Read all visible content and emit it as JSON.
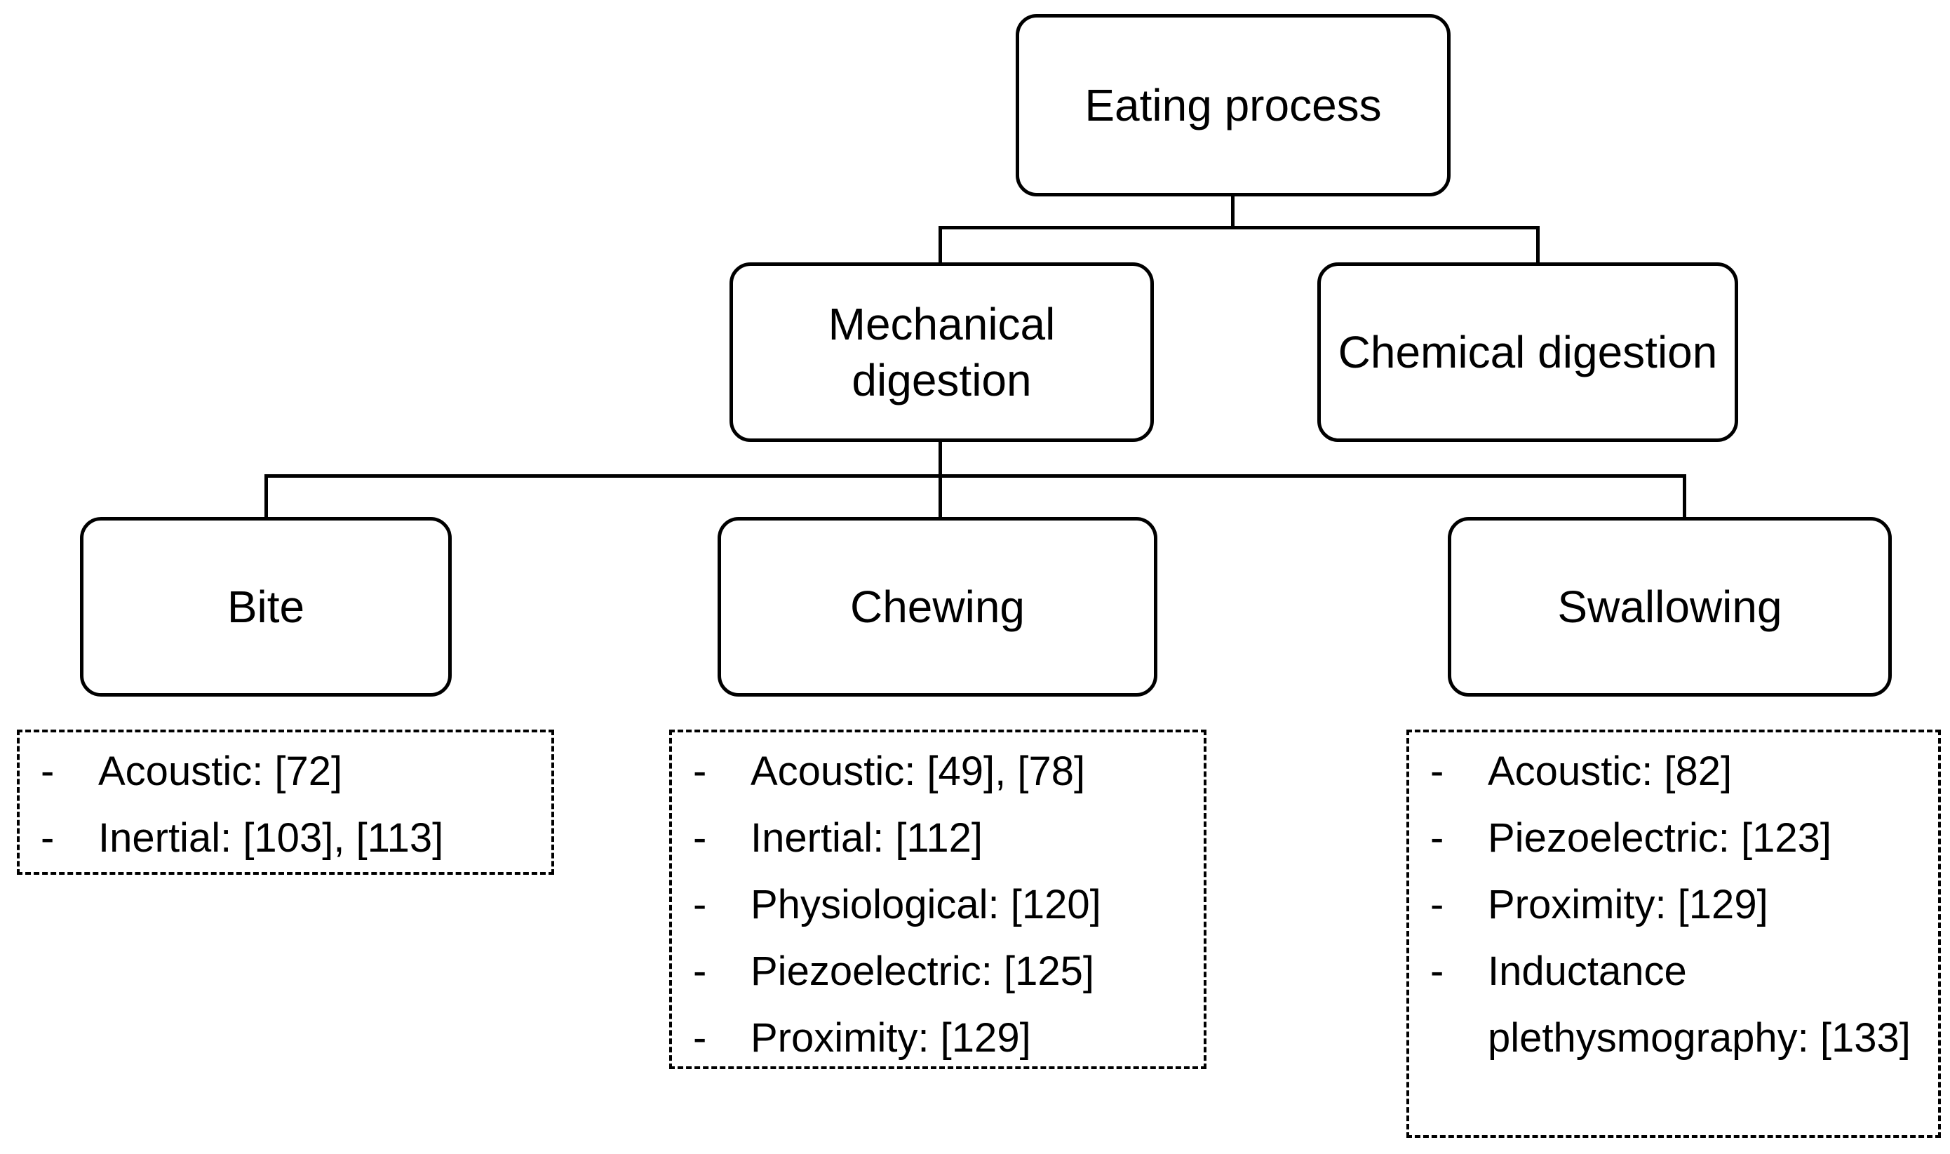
{
  "colors": {
    "line": "#000000",
    "text": "#000000",
    "background": "#ffffff"
  },
  "marker": "-",
  "tree": {
    "root": {
      "label": "Eating process"
    },
    "branches": [
      {
        "label": "Mechanical digestion"
      },
      {
        "label": "Chemical digestion"
      }
    ],
    "stages": [
      {
        "label": "Bite"
      },
      {
        "label": "Chewing"
      },
      {
        "label": "Swallowing"
      }
    ]
  },
  "sensor_lists": {
    "bite": {
      "items": [
        "Acoustic: [72]",
        "Inertial: [103], [113]"
      ]
    },
    "chewing": {
      "items": [
        "Acoustic: [49], [78]",
        "Inertial: [112]",
        "Physiological: [120]",
        "Piezoelectric: [125]",
        "Proximity: [129]"
      ]
    },
    "swallowing": {
      "items": [
        "Acoustic: [82]",
        "Piezoelectric: [123]",
        "Proximity: [129]",
        "Inductance plethysmography: [133]"
      ]
    }
  }
}
